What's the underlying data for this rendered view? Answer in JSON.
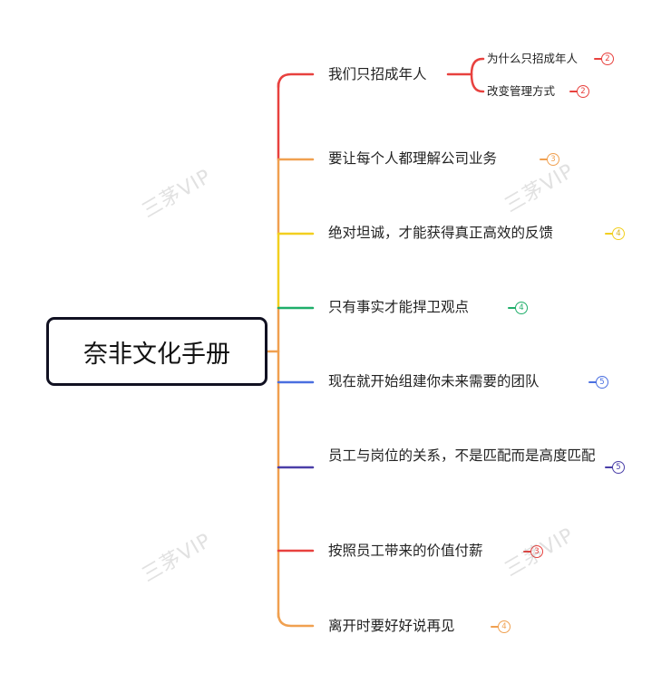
{
  "root": {
    "label": "奈非文化手册"
  },
  "topics": [
    {
      "label": "我们只招成年人",
      "color": "#e8413e",
      "subtopics": [
        {
          "label": "为什么只招成年人",
          "count": "2",
          "color": "#e8413e"
        },
        {
          "label": "改变管理方式",
          "count": "2",
          "color": "#e8413e"
        }
      ]
    },
    {
      "label": "要让每个人都理解公司业务",
      "count": "3",
      "color": "#f0a050"
    },
    {
      "label": "绝对坦诚，才能获得真正高效的反馈",
      "count": "4",
      "color": "#f2cf1f"
    },
    {
      "label": "只有事实才能捍卫观点",
      "count": "4",
      "color": "#1fae6a"
    },
    {
      "label": "现在就开始组建你未来需要的团队",
      "count": "5",
      "color": "#4a6fe0"
    },
    {
      "label": "员工与岗位的关系，不是匹配而是高度匹配",
      "count": "5",
      "color": "#4a3fa8"
    },
    {
      "label": "按照员工带来的价值付薪",
      "count": "3",
      "color": "#e8413e"
    },
    {
      "label": "离开时要好好说再见",
      "count": "4",
      "color": "#f0a050"
    }
  ],
  "trunk_color": "#f0a050",
  "watermark": "三茅VIP"
}
